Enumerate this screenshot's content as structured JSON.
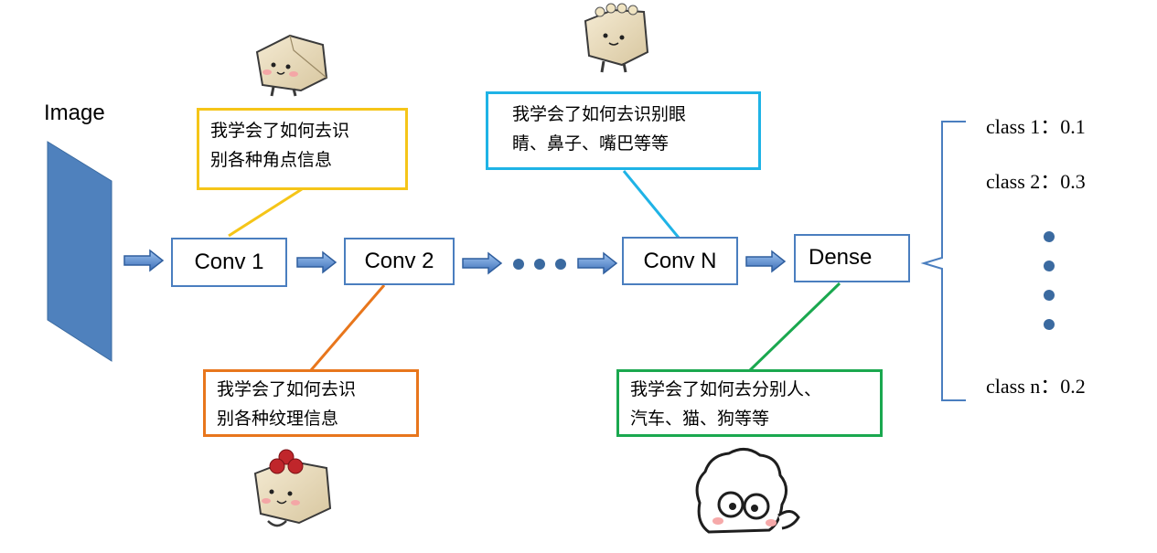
{
  "input": {
    "label": "Image"
  },
  "layers": [
    {
      "key": "conv1",
      "label": "Conv 1"
    },
    {
      "key": "conv2",
      "label": "Conv 2"
    },
    {
      "key": "convN",
      "label": "Conv N"
    },
    {
      "key": "dense",
      "label": "Dense"
    }
  ],
  "notes": [
    {
      "key": "conv1",
      "color": "#f5c518",
      "lines": [
        "我学会了如何去识",
        "别各种角点信息"
      ]
    },
    {
      "key": "conv2",
      "color": "#e8761c",
      "lines": [
        "我学会了如何去识",
        "别各种纹理信息"
      ]
    },
    {
      "key": "convN",
      "color": "#1fb3e6",
      "lines": [
        "我学会了如何去识别眼",
        "睛、鼻子、嘴巴等等"
      ]
    },
    {
      "key": "dense",
      "color": "#1aa84f",
      "lines": [
        "我学会了如何去分别人、",
        "汽车、猫、狗等等"
      ]
    }
  ],
  "outputs": [
    {
      "label": "class 1：0.1"
    },
    {
      "label": "class 2：0.3"
    },
    {
      "label": "class n：0.2"
    }
  ],
  "colors": {
    "arrow": "#4a7ebf",
    "node_border": "#4a7ebf",
    "input_panel": "#4f81bd",
    "dot": "#3b6aa0"
  },
  "icons": [
    "tofu-mascot-icon",
    "tofu-mascot-icon",
    "tofu-mascot-icon",
    "curly-hair-character-icon"
  ]
}
